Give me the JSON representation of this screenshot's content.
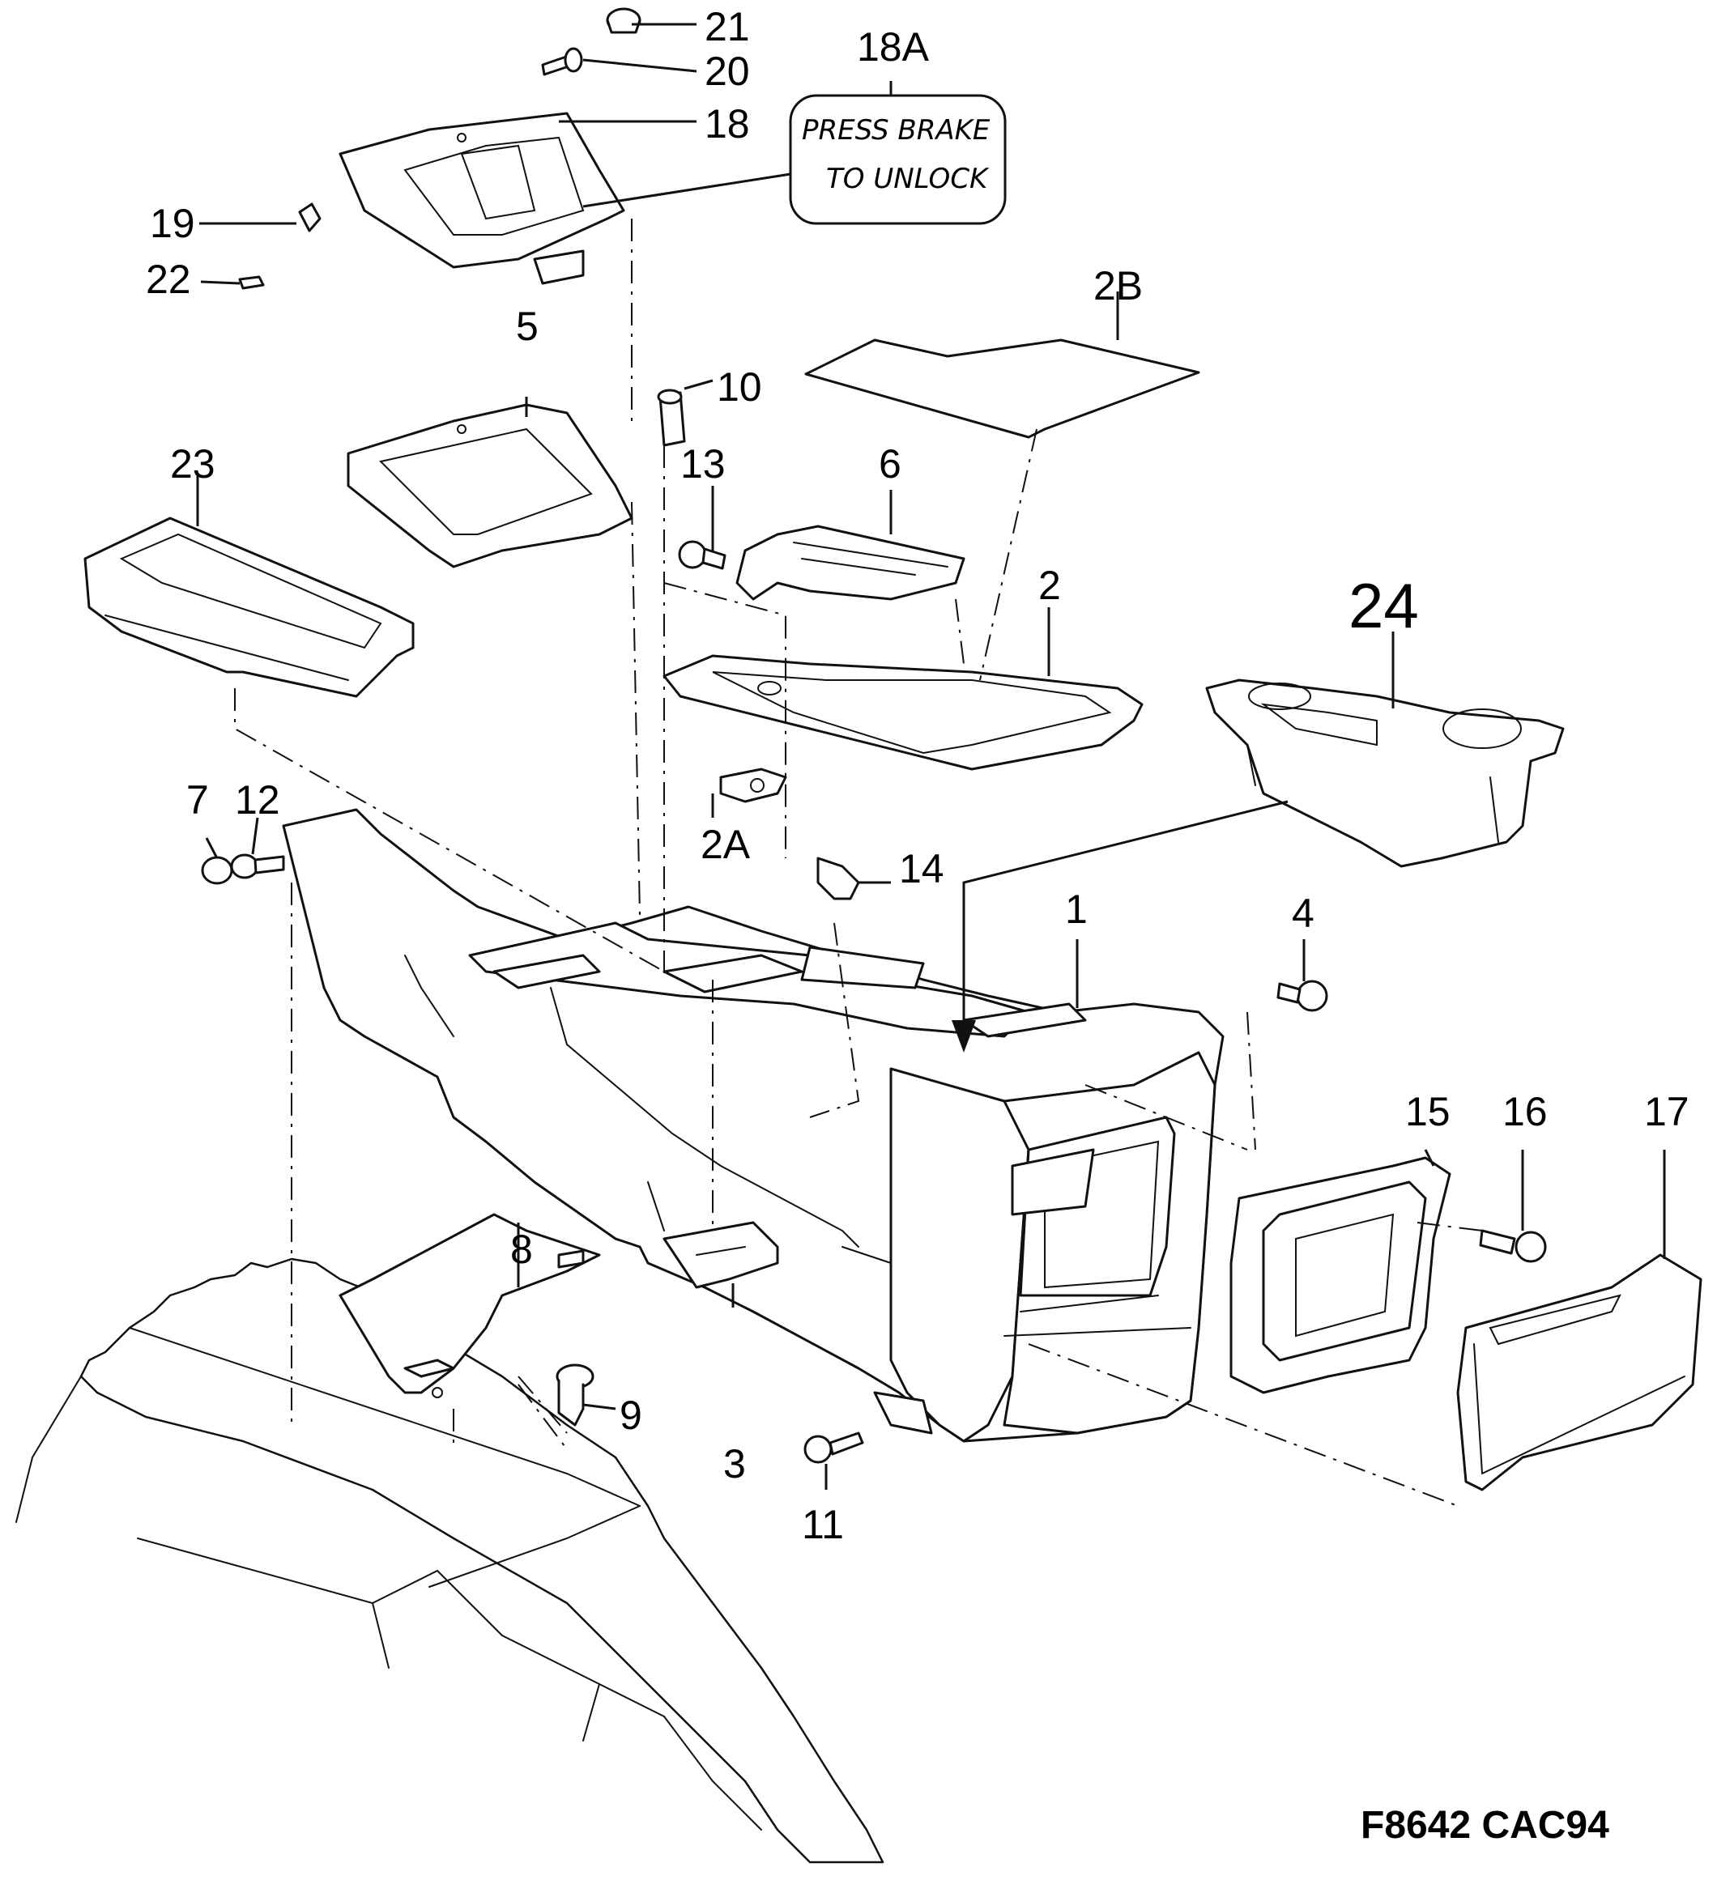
{
  "callouts": {
    "c1": "1",
    "c2": "2",
    "c2A": "2A",
    "c2B": "2B",
    "c3": "3",
    "c4": "4",
    "c5": "5",
    "c6": "6",
    "c7": "7",
    "c8": "8",
    "c9": "9",
    "c10": "10",
    "c11": "11",
    "c12": "12",
    "c13": "13",
    "c14": "14",
    "c15": "15",
    "c16": "16",
    "c17": "17",
    "c18": "18",
    "c18A": "18A",
    "c19": "19",
    "c20": "20",
    "c21": "21",
    "c22": "22",
    "c23": "23",
    "c24": "24"
  },
  "label_18A": {
    "line1": "PRESS BRAKE",
    "line2": "TO UNLOCK"
  },
  "figure_code": "F8642 CAC94"
}
